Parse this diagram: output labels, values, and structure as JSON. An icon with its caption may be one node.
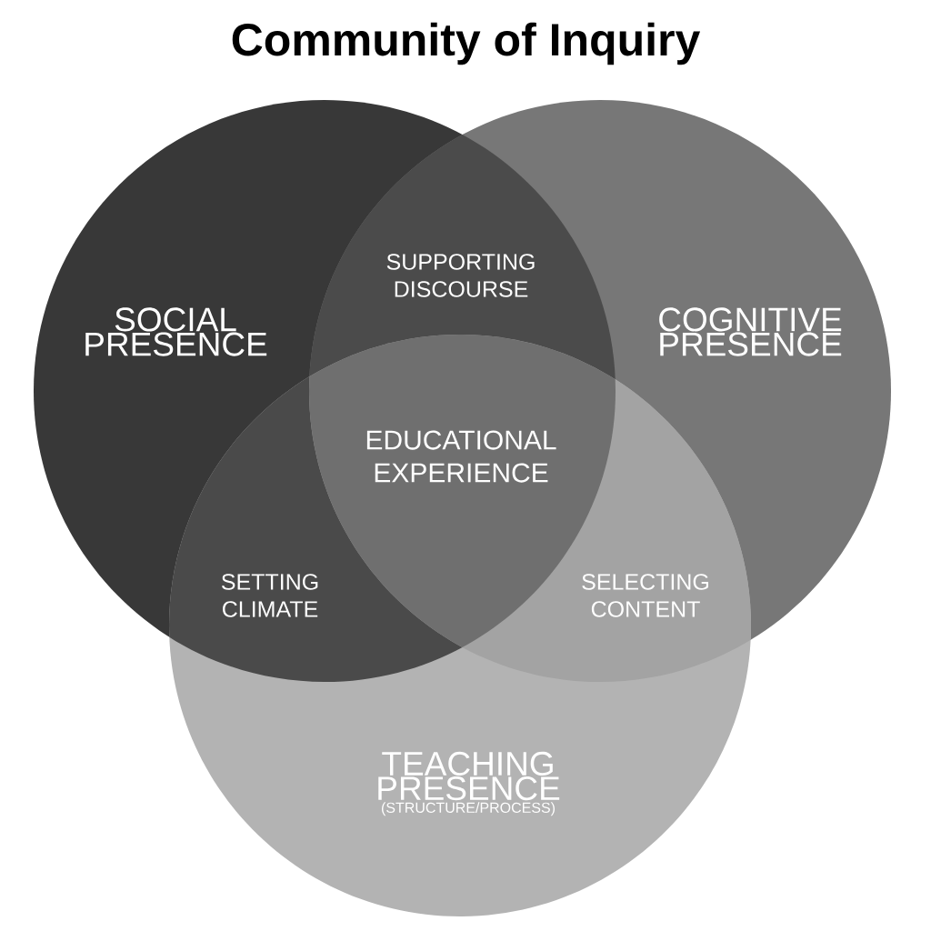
{
  "diagram": {
    "title": "Community of Inquiry",
    "nodes": [
      {
        "text": [
          "SOCIAL PRESENCE"
        ]
      },
      {
        "text": [
          "COGNITIVE PRESENCE"
        ]
      },
      {
        "text": [
          "TEACHING PRESENCE",
          "(STRUCTURE/PROCESS)"
        ]
      }
    ],
    "edges": [],
    "labels": [
      "SUPPORTING DISCOURSE",
      "EDUCATIONAL EXPERIENCE",
      "SETTING CLIMATE",
      "SELECTING CONTENT"
    ]
  }
}
